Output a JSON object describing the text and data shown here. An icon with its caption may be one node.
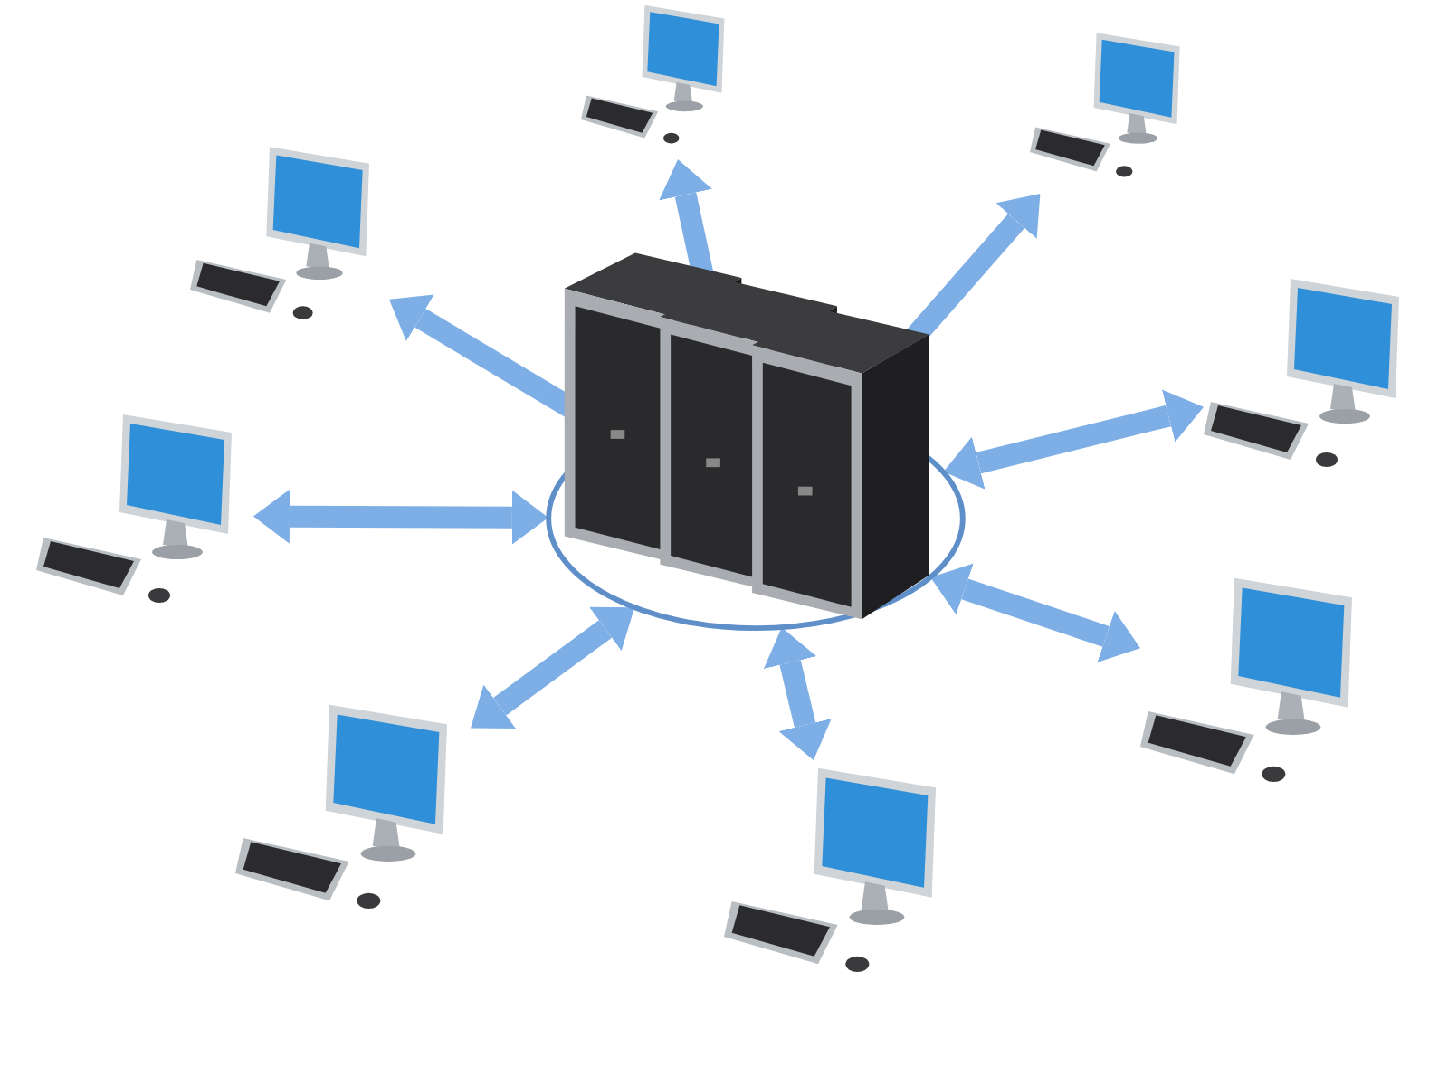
{
  "diagram": {
    "nodes": [
      {
        "text": [],
        "shape": "picture"
      },
      {
        "text": [],
        "shape": "picture"
      },
      {
        "text": [],
        "shape": "picture"
      },
      {
        "text": [],
        "shape": "picture"
      },
      {
        "text": [],
        "shape": "picture"
      },
      {
        "text": [],
        "shape": "picture"
      },
      {
        "text": [],
        "shape": "picture"
      },
      {
        "text": [],
        "shape": "picture"
      },
      {
        "text": [],
        "shape": "picture"
      }
    ],
    "edges": [
      {
        "from": 0,
        "to": 1,
        "arrow": "to"
      },
      {
        "from": 0,
        "to": 2,
        "arrow": "to"
      },
      {
        "from": 0,
        "to": 3,
        "arrow": "both"
      },
      {
        "from": 0,
        "to": 4,
        "arrow": "both"
      },
      {
        "from": 0,
        "to": 5,
        "arrow": "both"
      },
      {
        "from": 0,
        "to": 6,
        "arrow": "both"
      },
      {
        "from": 0,
        "to": 7,
        "arrow": "both"
      },
      {
        "from": 0,
        "to": 8,
        "arrow": "both"
      }
    ]
  }
}
